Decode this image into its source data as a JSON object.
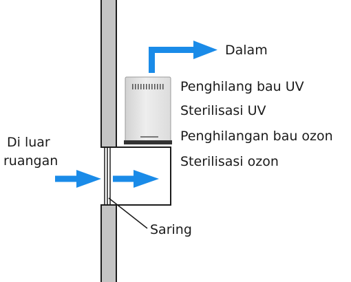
{
  "labels": {
    "inside": "Dalam",
    "outside_line1": "Di luar",
    "outside_line2": "ruangan",
    "filter": "Saring"
  },
  "features": [
    "Penghilang bau UV",
    "Sterilisasi UV",
    "Penghilangan bau ozon",
    "Sterilisasi ozon"
  ],
  "colors": {
    "wall_fill": "#c4c4c4",
    "wall_stroke": "#1a1a1a",
    "arrow": "#1a8be8",
    "device_body": "#e4e4e4",
    "text": "#1a1a1a"
  },
  "icons": {
    "airflow": "arrow-right-icon",
    "device": "air-purifier-icon"
  }
}
